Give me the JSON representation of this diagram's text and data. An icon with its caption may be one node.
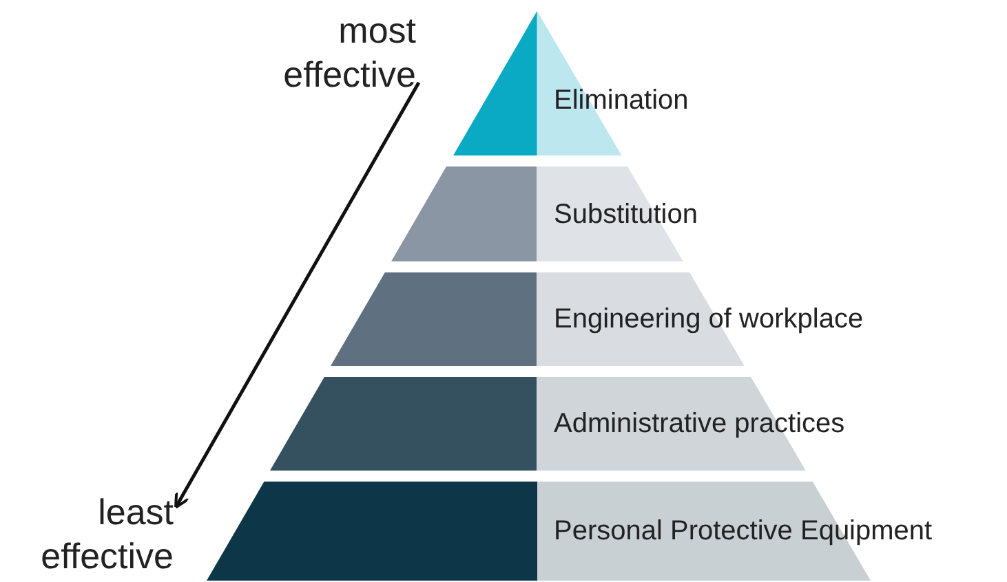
{
  "diagram": {
    "nodes": [
      {
        "text": [
          "Elimination"
        ]
      },
      {
        "text": [
          "Substitution"
        ]
      },
      {
        "text": [
          "Engineering of workplace"
        ]
      },
      {
        "text": [
          "Administrative practices"
        ]
      },
      {
        "text": [
          "Personal Protective Equipment"
        ]
      },
      {
        "text": [
          "most effective"
        ]
      },
      {
        "text": [
          "least effective"
        ]
      }
    ],
    "edges": [
      {
        "from": 5,
        "to": 6,
        "arrow": "to"
      }
    ]
  }
}
